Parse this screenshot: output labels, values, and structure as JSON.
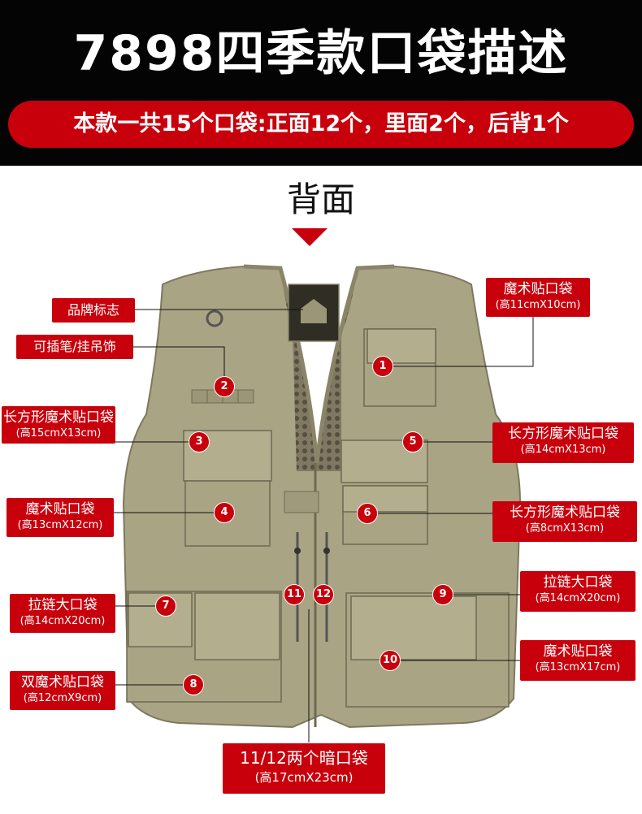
{
  "header": {
    "title": "7898四季款口袋描述",
    "subtitle": "本款一共15个口袋:正面12个，里面2个，后背1个"
  },
  "view": {
    "label": "背面"
  },
  "colors": {
    "accent_red": "#c8000c",
    "header_bg": "#040404",
    "vest_khaki": "#a9a484"
  },
  "badges": [
    "1",
    "2",
    "3",
    "4",
    "5",
    "6",
    "7",
    "8",
    "9",
    "10",
    "11",
    "12"
  ],
  "labels": {
    "brand_logo": {
      "title": "品牌标志"
    },
    "pen_hanger": {
      "title": "可插笔/挂吊饰"
    },
    "l3": {
      "title": "长方形魔术贴口袋",
      "size": "(高15cmX13cm)"
    },
    "l4": {
      "title": "魔术贴口袋",
      "size": "(高13cmX12cm)"
    },
    "l7": {
      "title": "拉链大口袋",
      "size": "(高14cmX20cm)"
    },
    "l8": {
      "title": "双魔术贴口袋",
      "size": "(高12cmX9cm)"
    },
    "l1": {
      "title": "魔术贴口袋",
      "size": "(高11cmX10cm)"
    },
    "l5": {
      "title": "长方形魔术贴口袋",
      "size": "(高14cmX13cm)"
    },
    "l6": {
      "title": "长方形魔术贴口袋",
      "size": "(高8cmX13cm)"
    },
    "l9": {
      "title": "拉链大口袋",
      "size": "(高14cmX20cm)"
    },
    "l10": {
      "title": "魔术贴口袋",
      "size": "(高13cmX17cm)"
    },
    "l1112": {
      "title": "11/12两个暗口袋",
      "size": "(高17cmX23cm)"
    }
  }
}
